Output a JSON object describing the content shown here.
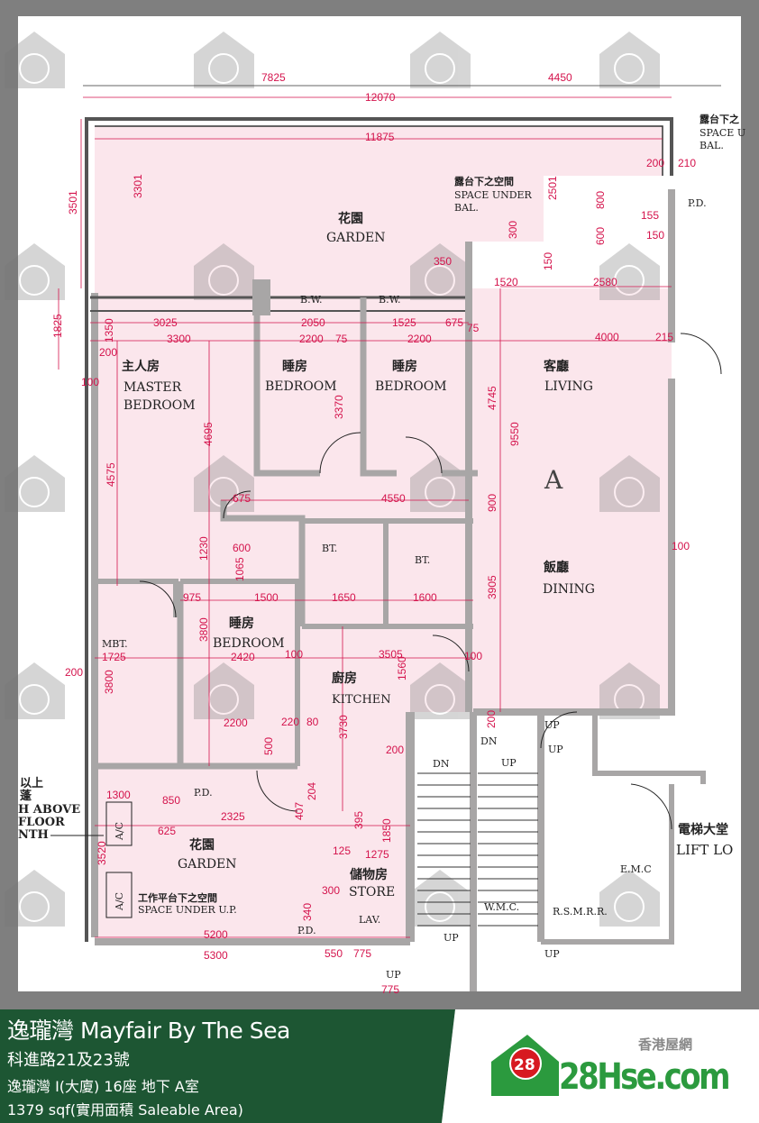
{
  "colors": {
    "frame": "#7f7f7f",
    "unit_fill": "#fbe6ec",
    "dimension": "#d4134c",
    "wall": "#a8a6a6",
    "banner": "#1d5633",
    "logo_green": "#2b9a3e",
    "logo_red": "#d71920"
  },
  "watermark": "28Hse.com",
  "watermark_badge": "28",
  "unit_label": "A",
  "rooms": [
    {
      "cn": "花園",
      "en": "GARDEN"
    },
    {
      "cn": "主人房",
      "en1": "MASTER",
      "en2": "BEDROOM"
    },
    {
      "cn": "睡房",
      "en": "BEDROOM"
    },
    {
      "cn": "睡房",
      "en": "BEDROOM"
    },
    {
      "cn": "客廳",
      "en": "LIVING"
    },
    {
      "cn": "飯廳",
      "en": "DINING"
    },
    {
      "cn": "睡房",
      "en": "BEDROOM"
    },
    {
      "cn": "廚房",
      "en": "KITCHEN"
    },
    {
      "cn": "花園",
      "en": "GARDEN"
    },
    {
      "cn": "儲物房",
      "en": "STORE"
    }
  ],
  "small_labels": [
    "B.W.",
    "B.W.",
    "BT.",
    "BT.",
    "MBT.",
    "LAV.",
    "P.D.",
    "P.D.",
    "P.D.",
    "W.M.C.",
    "R.S.M.R.R.",
    "E.M.C",
    "DN",
    "UP",
    "DN",
    "UP",
    "UP",
    "UP",
    "UP",
    "UP"
  ],
  "notes": {
    "space_under_bal_cn": "露台下之空間",
    "space_under_bal_en1": "SPACE UNDER",
    "space_under_bal_en2": "BAL.",
    "space_under_bal2_cn": "露台下之",
    "space_under_bal2_en1": "SPACE U",
    "space_under_bal2_en2": "BAL.",
    "space_under_up_cn": "工作平台下之空間",
    "space_under_up_en": "SPACE UNDER U.P.",
    "lift_lobby_cn": "電梯大堂",
    "lift_lobby_en": "LIFT LO",
    "left_note": [
      "以上",
      "蓬",
      "H ABOVE",
      "FLOOR",
      "NTH"
    ],
    "ac": "A/C"
  },
  "dimensions": [
    "7825",
    "4450",
    "12070",
    "11875",
    "3501",
    "3301",
    "1825",
    "1350",
    "3025",
    "3300",
    "200",
    "100",
    "2050",
    "2200",
    "1525",
    "675",
    "2200",
    "4000",
    "215",
    "4745",
    "9550",
    "900",
    "4695",
    "3370",
    "4575",
    "4550",
    "675",
    "1230",
    "600",
    "1065",
    "975",
    "1500",
    "1650",
    "1600",
    "3905",
    "2420",
    "3505",
    "1725",
    "3800",
    "3800",
    "200",
    "2200",
    "1560",
    "3730",
    "200",
    "2325",
    "850",
    "625",
    "1300",
    "3520",
    "5200",
    "5300",
    "1275",
    "1850",
    "775",
    "1520",
    "2580",
    "2501",
    "800",
    "600",
    "155",
    "150",
    "200",
    "210",
    "350",
    "300",
    "100",
    "100",
    "200",
    "150",
    "500",
    "75",
    "75",
    "100",
    "220",
    "80",
    "204",
    "407",
    "395",
    "125",
    "300",
    "340",
    "550",
    "775"
  ],
  "banner": {
    "title": "逸瓏灣 Mayfair By The Sea",
    "address": "科進路21及23號",
    "unit": "逸瓏灣 I(大廈) 16座 地下 A室",
    "area": "1379 sqf(實用面積 Saleable Area)",
    "logo_cn": "香港屋網",
    "logo_text": "28Hse.com",
    "logo_badge": "28"
  }
}
